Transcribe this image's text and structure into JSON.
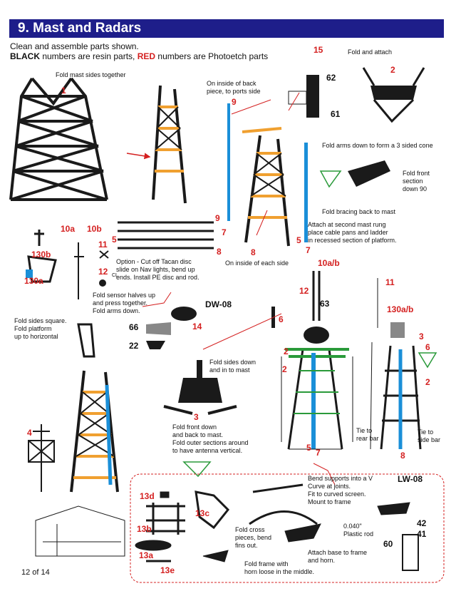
{
  "header": {
    "title": "9. Mast and Radars"
  },
  "intro": {
    "line1": "Clean and assemble parts shown.",
    "black_word": "BLACK",
    "mid": " numbers are resin parts, ",
    "red_word": "RED",
    "end": " numbers are Photoetch parts"
  },
  "notes": {
    "fold_mast": "Fold mast sides together",
    "inside_back": "On inside of back\npiece, to ports side",
    "fold_attach": "Fold and attach",
    "fold_arms": "Fold arms down to form a 3 sided cone",
    "fold_front": "Fold front\nsection\ndown 90",
    "fold_bracing": "Fold bracing back to mast",
    "attach_second": "Attach at second mast rung\nplace cable pans and ladder\nin recessed section of platform.",
    "inside_each": "On inside of each side",
    "option": "Option - Cut off Tacan disc\nslide on Nav lights, bend up\nends. Install PE disc and rod.",
    "fold_sensor": "Fold sensor halves up\nand press together.\nFold arms down.",
    "fold_sides_sq": "Fold sides square.\nFold platform\nup to horizontal",
    "fold_sides_down": "Fold sides down\nand in to mast",
    "fold_front_down": "Fold front down\nand back to mast.\nFold outer sections around\nto have antenna vertical.",
    "tie_rear": "Tie to\nrear bar",
    "tie_side": "Tie to\nside bar",
    "bend_supports": "Bend supports into a V\nCurve at joints.\nFit to curved screen.\nMount to frame",
    "fold_cross": "Fold cross\npieces, bend\nfins out.",
    "plastic_rod": "0.040\"\nPlastic rod",
    "attach_base": "Attach base to frame\nand horn.",
    "fold_frame": "Fold frame with\nhorn loose in the middle."
  },
  "labels": {
    "dw08": "DW-08",
    "lw08": "LW-08",
    "cl": "CL"
  },
  "part_numbers": {
    "p1": "1",
    "p2a": "2",
    "p2b": "2",
    "p2c": "2",
    "p3a": "3",
    "p3b": "3",
    "p4": "4",
    "p5a": "5",
    "p5b": "5",
    "p5c": "5",
    "p6a": "6",
    "p6b": "6",
    "p7a": "7",
    "p7b": "7",
    "p7c": "7",
    "p8a": "8",
    "p8b": "8",
    "p8c": "8",
    "p9a": "9",
    "p9b": "9",
    "p10a": "10a",
    "p10b": "10b",
    "p10ab": "10a/b",
    "p11a": "11",
    "p11b": "11",
    "p12a": "12",
    "p12b": "12",
    "p13a": "13a",
    "p13b": "13b",
    "p13c": "13c",
    "p13d": "13d",
    "p13e": "13e",
    "p14": "14",
    "p15": "15",
    "p130a": "130a",
    "p130b": "130b",
    "p130ab": "130a/b",
    "p22": "22",
    "p41": "41",
    "p42": "42",
    "p60": "60",
    "p61": "61",
    "p62": "62",
    "p63": "63",
    "p66": "66",
    "p2d": "2",
    "p3c": "3"
  },
  "footer": {
    "page": "12 of 14"
  },
  "colors": {
    "header_bg": "#1e1e8a",
    "red": "#d42020",
    "blue": "#1a8fd8",
    "orange": "#f0a030",
    "green": "#2a9a3a"
  }
}
